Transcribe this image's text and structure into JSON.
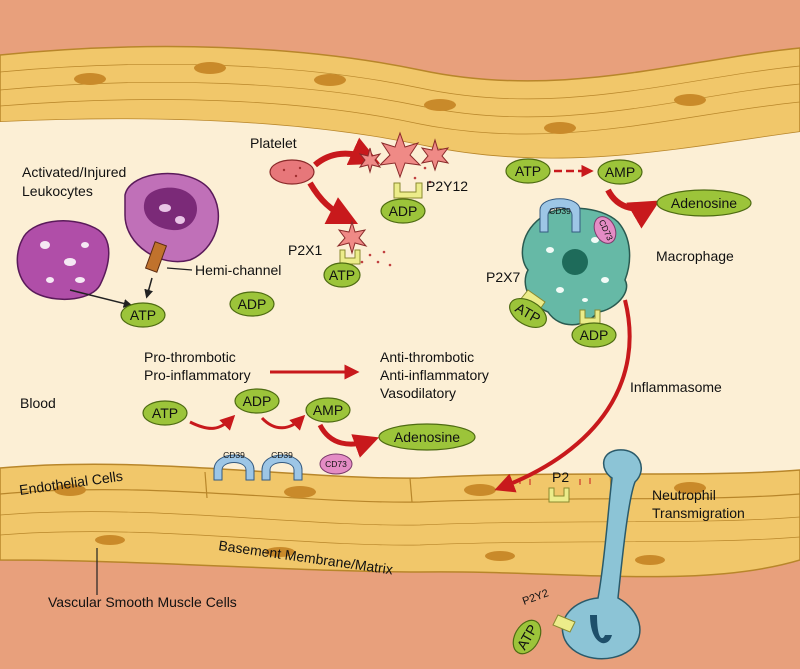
{
  "labels": {
    "activated_leukocytes_line1": "Activated/Injured",
    "activated_leukocytes_line2": "Leukocytes",
    "hemi_channel": "Hemi-channel",
    "platelet": "Platelet",
    "p2y12": "P2Y12",
    "p2x1": "P2X1",
    "p2x7": "P2X7",
    "macrophage": "Macrophage",
    "pro_thrombotic": "Pro-thrombotic",
    "pro_inflammatory": "Pro-inflammatory",
    "anti_thrombotic": "Anti-thrombotic",
    "anti_inflammatory": "Anti-inflammatory",
    "vasodilatory": "Vasodilatory",
    "blood": "Blood",
    "inflammasome": "Inflammasome",
    "endothelial_cells": "Endothelial Cells",
    "p2": "P2",
    "neutrophil_line1": "Neutrophil",
    "neutrophil_line2": "Transmigration",
    "basement_membrane": "Basement Membrane/Matrix",
    "smooth_muscle": "Vascular Smooth Muscle Cells",
    "p2y2": "P2Y2"
  },
  "molecules": {
    "atp": "ATP",
    "adp": "ADP",
    "amp": "AMP",
    "adenosine": "Adenosine"
  },
  "enzymes": {
    "cd39": "CD39",
    "cd73": "CD73"
  },
  "colors": {
    "background_tissue": "#e8a07c",
    "vessel_wall": "#f1c76a",
    "wall_cell_nucleus": "#c98a2a",
    "lumen": "#fcefd5",
    "molecule_fill": "#9cc43a",
    "arrow_red": "#c8191c",
    "platelet_pink": "#e7777a",
    "leukocyte_purple": "#b04ea8",
    "macrophage_teal": "#66b9a6",
    "cd39_blue": "#9dc6e6",
    "cd73_pink": "#e48cc5",
    "receptor_yellow": "#ecec8a",
    "neutrophil_blue": "#8cc4d6"
  }
}
